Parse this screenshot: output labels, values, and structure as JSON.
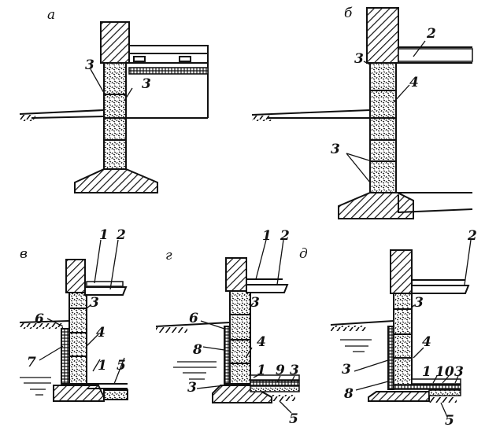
{
  "panels": [
    {
      "id": "a",
      "title": "а",
      "labels": [
        "3",
        "3"
      ]
    },
    {
      "id": "b",
      "title": "б",
      "labels": [
        "2",
        "3",
        "4",
        "3"
      ]
    },
    {
      "id": "v",
      "title": "в",
      "labels": [
        "1",
        "2",
        "6",
        "3",
        "4",
        "7",
        "1",
        "5"
      ]
    },
    {
      "id": "g",
      "title": "г",
      "labels": [
        "1",
        "2",
        "6",
        "3",
        "4",
        "8",
        "1",
        "9",
        "3",
        "3",
        "5"
      ]
    },
    {
      "id": "d",
      "title": "д",
      "labels": [
        "2",
        "3",
        "4",
        "3",
        "1",
        "10",
        "3",
        "8",
        "5"
      ]
    }
  ]
}
